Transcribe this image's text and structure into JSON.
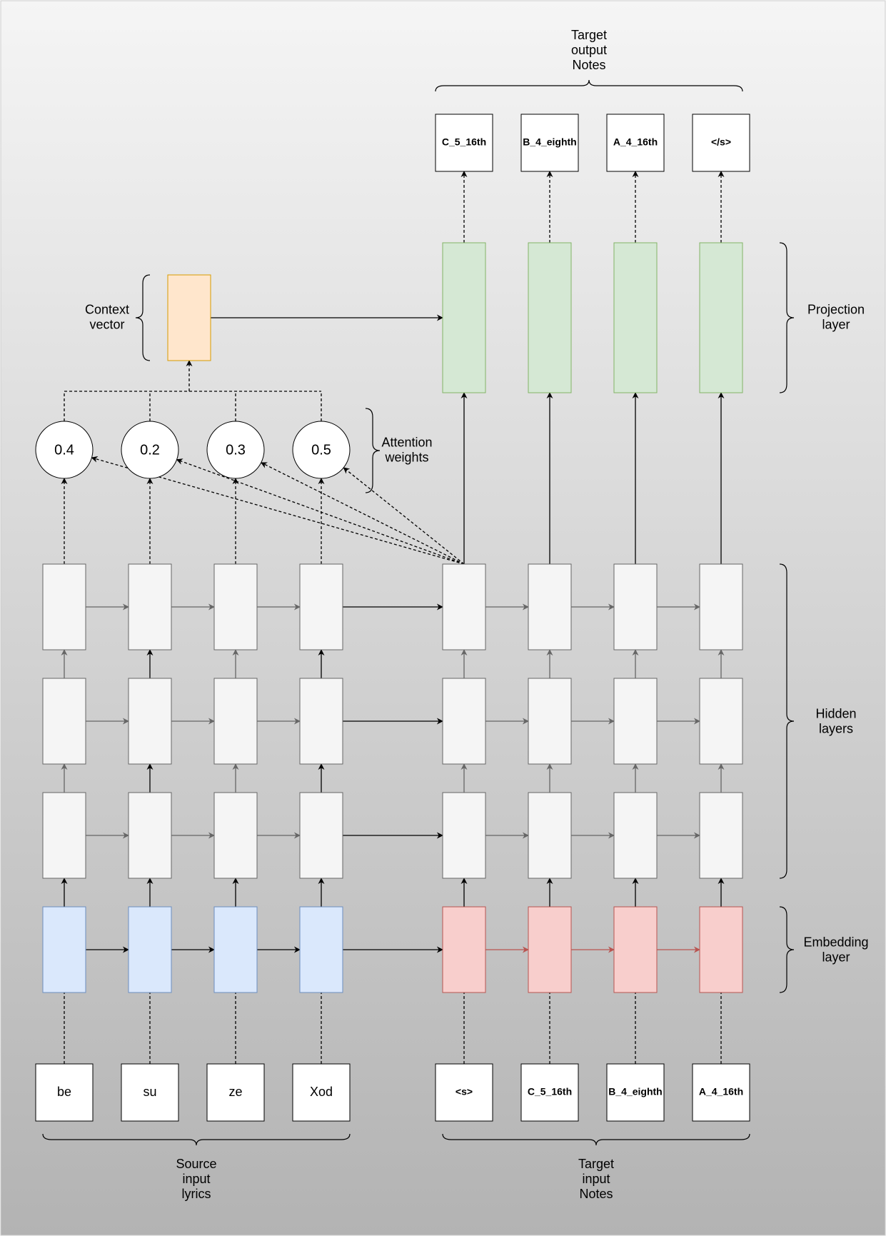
{
  "source_tokens": [
    "be",
    "su",
    "ze",
    "Xod"
  ],
  "target_input_tokens": [
    "<s>",
    "C_5_16th",
    "B_4_eighth",
    "A_4_16th"
  ],
  "target_output_tokens": [
    "C_5_16th",
    "B_4_eighth",
    "A_4_16th",
    "</s>"
  ],
  "attention_weights": [
    "0.4",
    "0.2",
    "0.3",
    "0.5"
  ],
  "labels": {
    "context_vector": [
      "Context",
      "vector"
    ],
    "attention_weights": [
      "Attention",
      "weights"
    ],
    "projection_layer": [
      "Projection",
      "layer"
    ],
    "hidden_layers": [
      "Hidden",
      "layers"
    ],
    "embedding_layer": [
      "Embedding",
      "layer"
    ],
    "source_input": [
      "Source",
      "input",
      "lyrics"
    ],
    "target_input": [
      "Target",
      "input",
      "Notes"
    ],
    "target_output": [
      "Target",
      "output",
      "Notes"
    ]
  },
  "colors": {
    "background_top": "#f5f5f5",
    "background_bottom": "#b3b3b3",
    "source_embedding_fill": "#dae8fc",
    "source_embedding_stroke": "#6c8ebf",
    "target_embedding_fill": "#f8cecc",
    "target_embedding_stroke": "#b85450",
    "hidden_fill": "#f5f5f5",
    "hidden_stroke": "#666666",
    "projection_fill": "#d5e8d4",
    "projection_stroke": "#82b366",
    "context_fill": "#ffe6cc",
    "context_stroke": "#d79b00",
    "red_arrow": "#b85450"
  }
}
